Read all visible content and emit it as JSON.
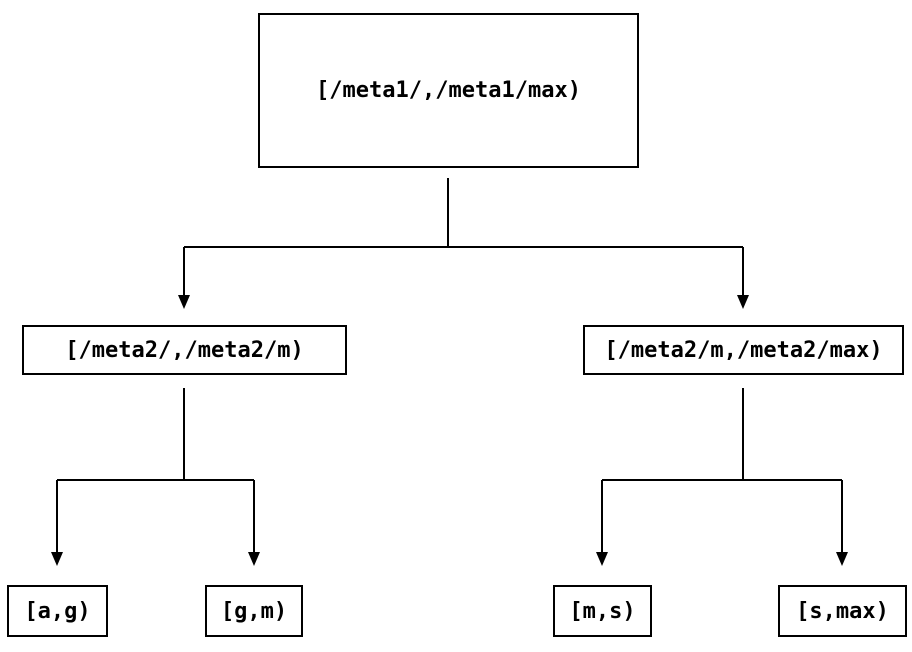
{
  "diagram": {
    "background_color": "#ffffff",
    "line_color": "#000000",
    "text_color": "#000000",
    "type": "tree",
    "nodes": [
      {
        "id": "root",
        "level": 0,
        "label": "[/meta1/,/meta1/max)"
      },
      {
        "id": "meta2-low",
        "level": 1,
        "label": "[/meta2/,/meta2/m)"
      },
      {
        "id": "meta2-high",
        "level": 1,
        "label": "[/meta2/m,/meta2/max)"
      },
      {
        "id": "leaf-a-g",
        "level": 2,
        "label": "[a,g)"
      },
      {
        "id": "leaf-g-m",
        "level": 2,
        "label": "[g,m)"
      },
      {
        "id": "leaf-m-s",
        "level": 2,
        "label": "[m,s)"
      },
      {
        "id": "leaf-s-max",
        "level": 2,
        "label": "[s,max)"
      }
    ],
    "edges": [
      {
        "from": "root",
        "to": "meta2-low"
      },
      {
        "from": "root",
        "to": "meta2-high"
      },
      {
        "from": "meta2-low",
        "to": "leaf-a-g"
      },
      {
        "from": "meta2-low",
        "to": "leaf-g-m"
      },
      {
        "from": "meta2-high",
        "to": "leaf-m-s"
      },
      {
        "from": "meta2-high",
        "to": "leaf-s-max"
      }
    ]
  }
}
